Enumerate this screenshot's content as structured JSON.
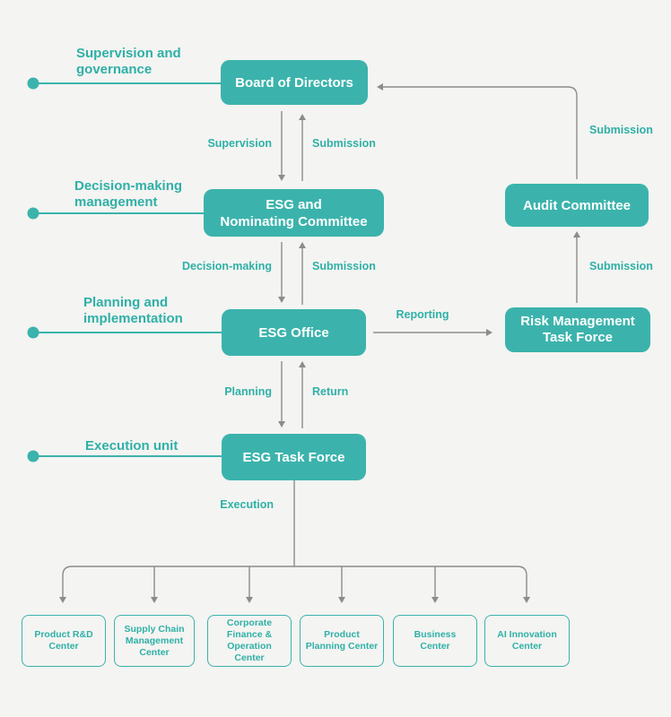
{
  "title": "ESG governance structure diagram",
  "colors": {
    "background": "#f4f4f2",
    "node_fill": "#3bb3ac",
    "node_text": "#ffffff",
    "accent_text": "#2fb0a7",
    "arrow": "#8c8c8c"
  },
  "lanes": [
    {
      "label": "Supervision and\ngovernance"
    },
    {
      "label": "Decision-making\nmanagement"
    },
    {
      "label": "Planning and\nimplementation"
    },
    {
      "label": "Execution unit"
    }
  ],
  "nodes": {
    "board": "Board of Directors",
    "esg_nominating": "ESG and\nNominating Committee",
    "esg_office": "ESG Office",
    "esg_task_force": "ESG Task Force",
    "audit": "Audit Committee",
    "risk": "Risk Management\nTask Force"
  },
  "edges": {
    "supervision": "Supervision",
    "submission_to_board": "Submission",
    "decision_making": "Decision-making",
    "submission_to_committee": "Submission",
    "planning": "Planning",
    "return": "Return",
    "reporting": "Reporting",
    "submission_to_audit": "Submission",
    "submission_audit_to_board": "Submission",
    "execution": "Execution"
  },
  "units": [
    "Product R&D\nCenter",
    "Supply Chain\nManagement\nCenter",
    "Corporate\nFinance &\nOperation\nCenter",
    "Product\nPlanning Center",
    "Business\nCenter",
    "AI Innovation\nCenter"
  ]
}
